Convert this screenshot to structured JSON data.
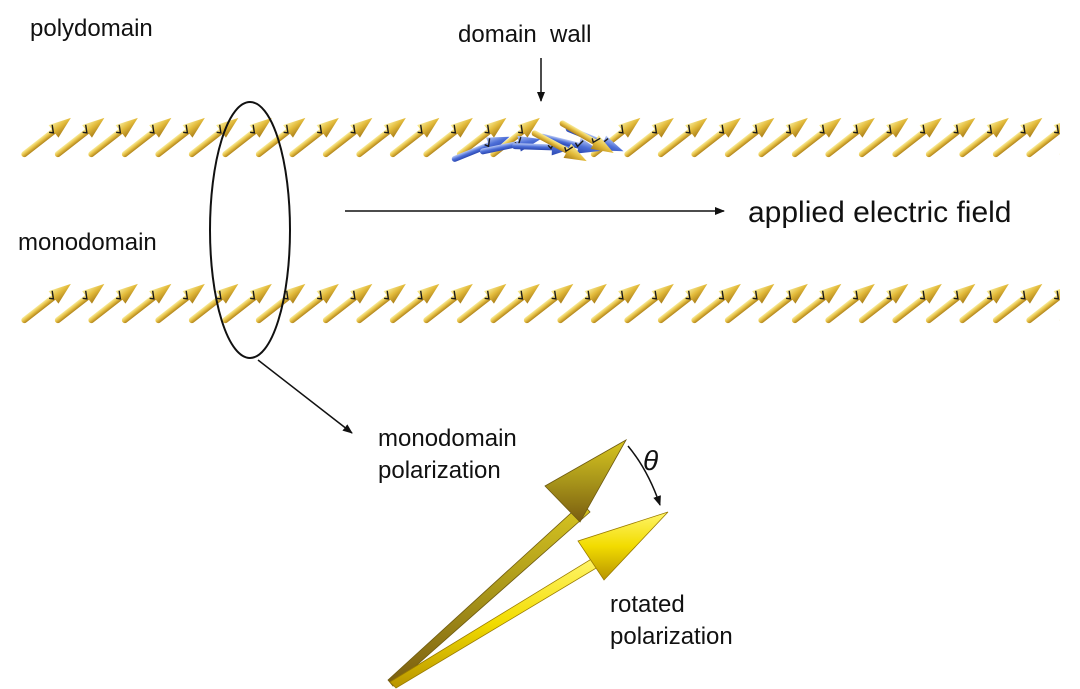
{
  "labels": {
    "polydomain": "polydomain",
    "domain_wall": "domain  wall",
    "monodomain": "monodomain",
    "applied_field": "applied electric field",
    "mono_pol_line1": "monodomain",
    "mono_pol_line2": "polarization",
    "theta": "θ",
    "rot_pol_line1": "rotated",
    "rot_pol_line2": "polarization"
  },
  "colors": {
    "arrow_gold_light": "#f6e68a",
    "arrow_gold_mid": "#e6be3a",
    "arrow_gold_dark": "#b8891c",
    "domain_wall_blue": "#3a5fd0",
    "domain_wall_blue_light": "#9fb6f0",
    "big_arrow_olive": "#9a8a10",
    "big_arrow_yellow": "#f3e400",
    "line": "#111111"
  },
  "icons": {
    "row_arrows": "dipole-arrow-icon",
    "wall_arrows": "rotated-dipole-icon"
  },
  "rows": [
    {
      "name": "polydomain-row",
      "has_domain_wall": true
    },
    {
      "name": "monodomain-row",
      "has_domain_wall": false
    }
  ]
}
